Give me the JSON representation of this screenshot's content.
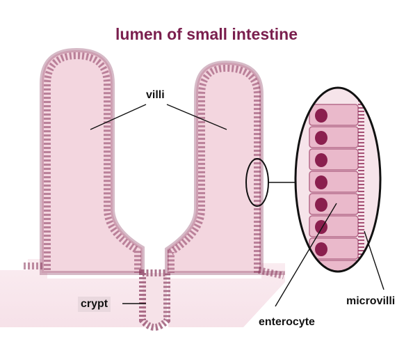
{
  "title": "lumen of small intestine",
  "labels": {
    "villi": "villi",
    "crypt": "crypt",
    "enterocyte": "enterocyte",
    "microvilli": "microvilli"
  },
  "colors": {
    "title": "#7a1f4e",
    "tissue": "#f3d6df",
    "epithelium": "#e8a9bf",
    "epithelium_outline": "#8a3a5e",
    "nucleus": "#8a1f4e",
    "cell": "#eab9cb"
  }
}
